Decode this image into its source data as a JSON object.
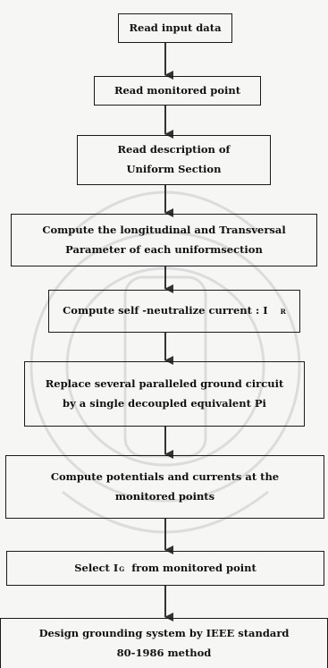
{
  "flowchart": {
    "steps": [
      {
        "lines": [
          "Read input data"
        ]
      },
      {
        "lines": [
          "Read monitored point"
        ]
      },
      {
        "lines": [
          "Read description of",
          "Uniform Section"
        ]
      },
      {
        "lines": [
          "Compute the longitudinal and Transversal",
          "Parameter of each uniformsection"
        ]
      },
      {
        "text": "Compute self -neutralize current : I",
        "subscript": "R"
      },
      {
        "lines": [
          "Replace several paralleled ground circuit",
          "by a single decoupled equivalent  Pi"
        ]
      },
      {
        "lines": [
          "Compute potentials and currents  at the",
          "monitored points"
        ]
      },
      {
        "prefix": "Select  I",
        "subscript": "G",
        "suffix": "  from monitored point"
      },
      {
        "lines": [
          "Design grounding system by IEEE standard",
          "80-1986 method"
        ]
      }
    ]
  },
  "colors": {
    "stroke": "#1a1a1a",
    "arrow": "#333333",
    "watermark": "#d8d8d8"
  }
}
